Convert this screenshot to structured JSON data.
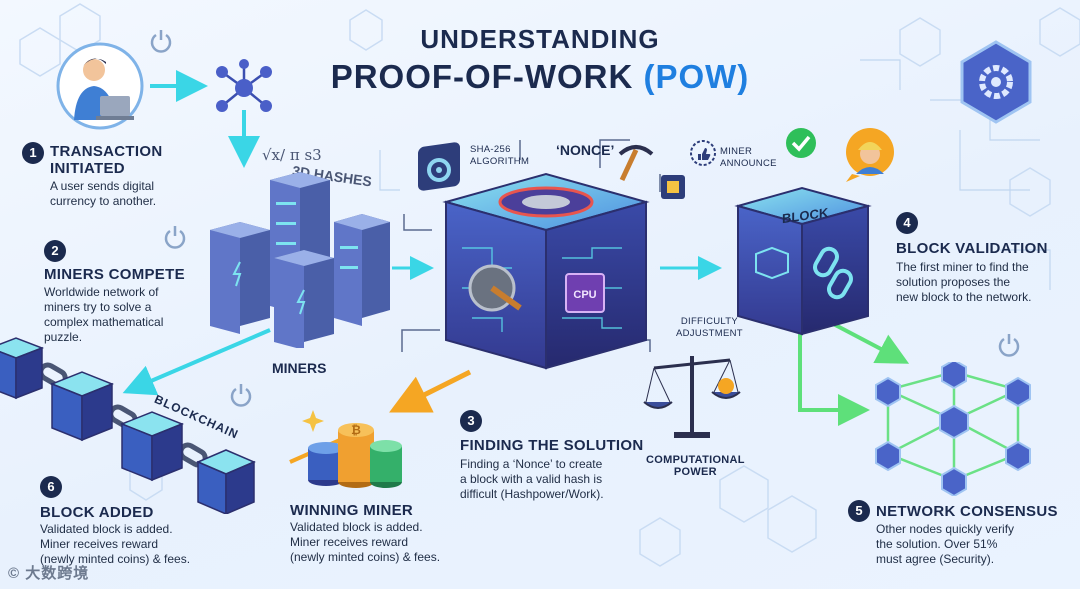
{
  "title": {
    "line1": "UNDERSTANDING",
    "line2_prefix": "PROOF-OF-WORK",
    "line2_accent": "(POW)"
  },
  "steps": [
    {
      "number": "1",
      "title_l1": "TRANSACTION",
      "title_l2": "INITIATED",
      "desc_l1": "A user sends digital",
      "desc_l2": "currency to another.",
      "desc_l3": "",
      "desc_l4": ""
    },
    {
      "number": "2",
      "title_l1": "MINERS COMPETE",
      "title_l2": "",
      "desc_l1": "Worldwide network of",
      "desc_l2": "miners try to solve a",
      "desc_l3": "complex mathematical",
      "desc_l4": "puzzle."
    },
    {
      "number": "3",
      "title_l1": "FINDING THE SOLUTION",
      "title_l2": "",
      "desc_l1": "Finding a ‘Nonce’ to create",
      "desc_l2": "a block with a valid hash is",
      "desc_l3": "difficult (Hashpower/Work).",
      "desc_l4": ""
    },
    {
      "number": "4",
      "title_l1": "BLOCK VALIDATION",
      "title_l2": "",
      "desc_l1": "The first miner to find the",
      "desc_l2": "solution proposes the",
      "desc_l3": "new block to the network.",
      "desc_l4": ""
    },
    {
      "number": "5",
      "title_l1": "NETWORK CONSENSUS",
      "title_l2": "",
      "desc_l1": "Other nodes quickly verify",
      "desc_l2": "the solution. Over 51%",
      "desc_l3": "must agree (Security).",
      "desc_l4": ""
    },
    {
      "number": "6",
      "title_l1": "BLOCK ADDED",
      "title_l2": "",
      "desc_l1": "Validated block is added.",
      "desc_l2": "Miner receives reward",
      "desc_l3": "(newly minted coins) & fees.",
      "desc_l4": ""
    }
  ],
  "winning_miner": {
    "title": "WINNING MINER",
    "desc_l1": "Validated block is added.",
    "desc_l2": "Miner receives reward",
    "desc_l3": "(newly minted coins) & fees."
  },
  "labels": {
    "miners": "MINERS",
    "blockchain": "BLOCKCHAIN",
    "sha_l1": "SHA-256",
    "sha_l2": "ALGORITHM",
    "nonce": "‘NONCE’",
    "miner_announce_l1": "MINER",
    "miner_announce_l2": "ANNOUNCE",
    "difficulty_l1": "DIFFICULTY",
    "difficulty_l2": "ADJUSTMENT",
    "computational_l1": "COMPUTATIONAL",
    "computational_l2": "POWER",
    "block": "BLOCK",
    "cpu": "CPU",
    "hashes": "3D HASHES",
    "math_symbols": "√x/   π   s3",
    "watermark": "© 大数跨境"
  },
  "colors": {
    "navy": "#1b2a4e",
    "accent_blue": "#1f7fe0",
    "flow_cyan": "#3ad6e6",
    "flow_green": "#5ee07a",
    "flow_orange": "#f5a623",
    "cube_purple": "#5b4bb5",
    "cube_teal": "#27c3c9"
  },
  "icons": [
    "user-laptop-icon",
    "network-node-icon",
    "server-rack-icon",
    "gear-icon",
    "pickaxe-icon",
    "chip-icon",
    "thumbs-up-icon",
    "checkmark-icon",
    "worker-avatar-icon",
    "link-chain-icon",
    "scale-icon",
    "coin-stack-icon",
    "power-icon",
    "hexagon-gear-icon"
  ]
}
